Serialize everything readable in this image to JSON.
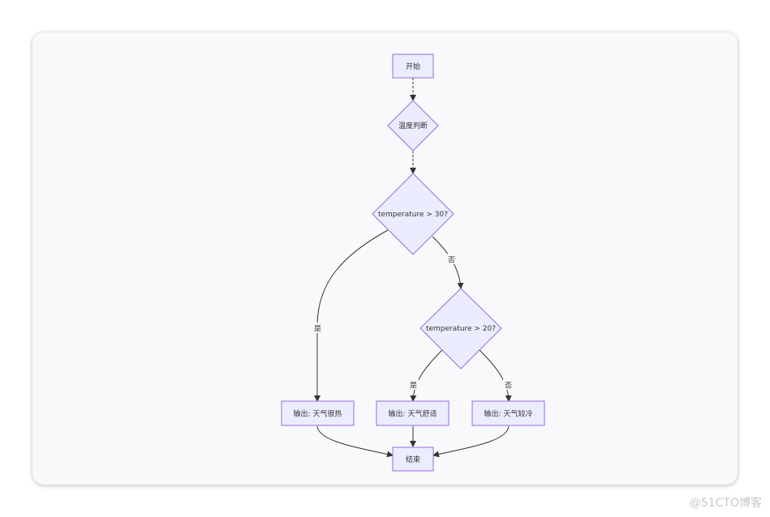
{
  "colors": {
    "node_fill": "#ececff",
    "node_stroke": "#9370db",
    "edge": "#333333"
  },
  "nodes": {
    "start": "开始",
    "temp_check": "温度判断",
    "cond_30": "temperature > 30?",
    "cond_20": "temperature > 20?",
    "out_hot": "输出: 天气很热",
    "out_comfy": "输出: 天气舒适",
    "out_cool": "输出: 天气较冷",
    "end": "结束"
  },
  "edge_labels": {
    "cond30_yes": "是",
    "cond30_no": "否",
    "cond20_yes": "是",
    "cond20_no": "否"
  },
  "watermark": "@51CTO博客"
}
